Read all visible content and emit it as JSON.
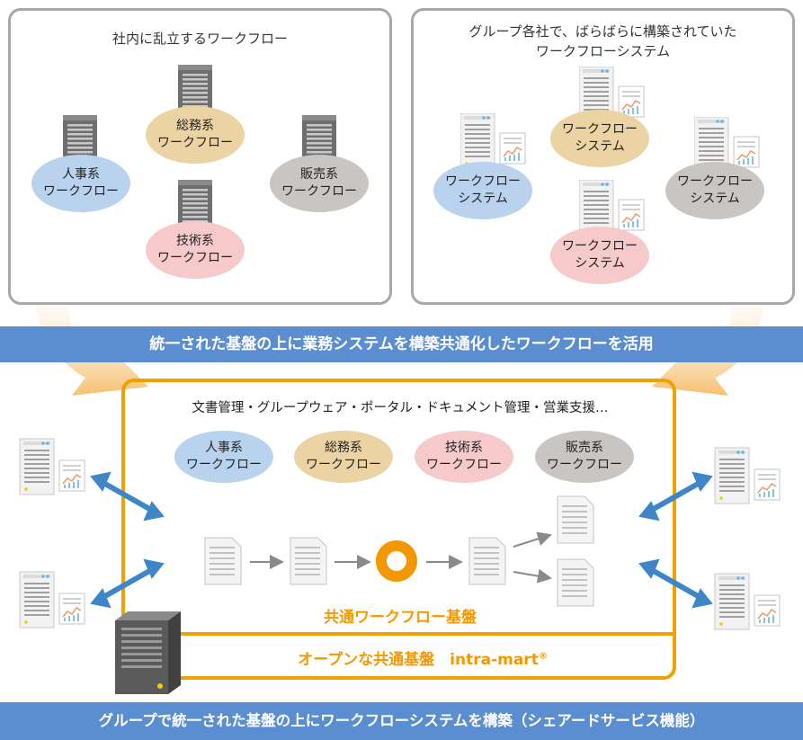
{
  "left_panel": {
    "title": "社内に乱立するワークフロー",
    "ovals": [
      {
        "line1": "総務系",
        "line2": "ワークフロー"
      },
      {
        "line1": "人事系",
        "line2": "ワークフロー"
      },
      {
        "line1": "販売系",
        "line2": "ワークフロー"
      },
      {
        "line1": "技術系",
        "line2": "ワークフロー"
      }
    ]
  },
  "right_panel": {
    "title_line1": "グループ各社で、ばらばらに構築されていた",
    "title_line2": "ワークフローシステム",
    "ovals": [
      {
        "line1": "ワークフロー",
        "line2": "システム"
      },
      {
        "line1": "ワークフロー",
        "line2": "システム"
      },
      {
        "line1": "ワークフロー",
        "line2": "システム"
      },
      {
        "line1": "ワークフロー",
        "line2": "システム"
      }
    ]
  },
  "banner_top": "統一された基盤の上に業務システムを構築共通化したワークフローを活用",
  "platform": {
    "apps_text": "文書管理・グループウェア・ポータル・ドキュメント管理・営業支援…",
    "ovals": [
      {
        "line1": "人事系",
        "line2": "ワークフロー"
      },
      {
        "line1": "総務系",
        "line2": "ワークフロー"
      },
      {
        "line1": "技術系",
        "line2": "ワークフロー"
      },
      {
        "line1": "販売系",
        "line2": "ワークフロー"
      }
    ],
    "common_workflow": "共通ワークフロー基盤",
    "open_platform": "オープンな共通基盤　intra-mart",
    "registered": "®"
  },
  "banner_bottom": "グループで統一された基盤の上にワークフローシステムを構築（シェアードサービス機能）",
  "colors": {
    "blue": "#b9d3ee",
    "tan": "#ecd3a3",
    "pink": "#f6c9cb",
    "gray": "#c8c5c3",
    "orange": "#f39800",
    "banner": "#5b8ed0",
    "arrow": "#3f86c8"
  }
}
